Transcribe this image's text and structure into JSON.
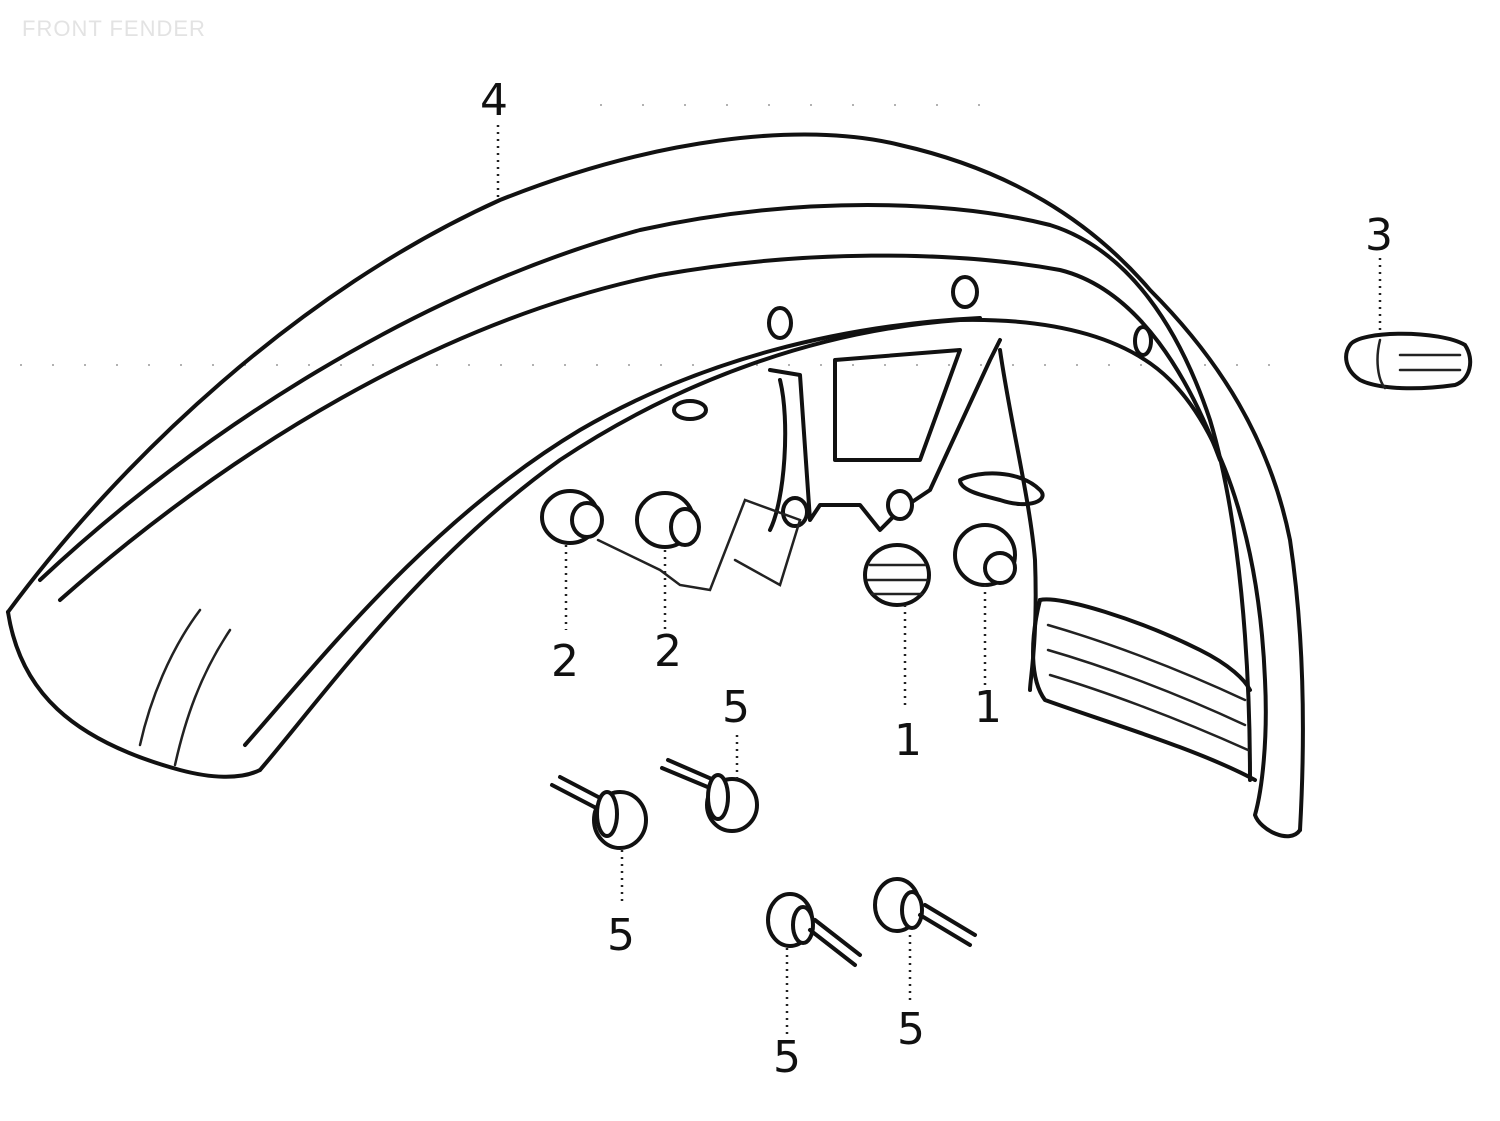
{
  "title": "FRONT FENDER",
  "callouts": {
    "c4": "4",
    "c3": "3",
    "c2a": "2",
    "c2b": "2",
    "c1a": "1",
    "c1b": "1",
    "c5a": "5",
    "c5b": "5",
    "c5c": "5",
    "c5d": "5"
  }
}
